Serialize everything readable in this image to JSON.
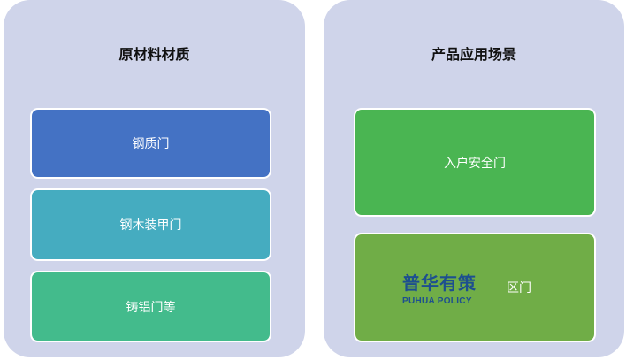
{
  "left_panel": {
    "title": "原材料材质",
    "items": [
      {
        "label": "钢质门",
        "color": "#4472c4"
      },
      {
        "label": "钢木装甲门",
        "color": "#45acc0"
      },
      {
        "label": "铸铝门等",
        "color": "#43bb8c"
      }
    ]
  },
  "right_panel": {
    "title": "产品应用场景",
    "items": [
      {
        "label": "入户安全门",
        "color": "#4ab552"
      },
      {
        "label": "区门",
        "color": "#70ad47"
      }
    ]
  },
  "watermark": {
    "cn": "普华有策",
    "en": "PUHUA POLICY"
  },
  "panel_color": "#cfd4ea"
}
